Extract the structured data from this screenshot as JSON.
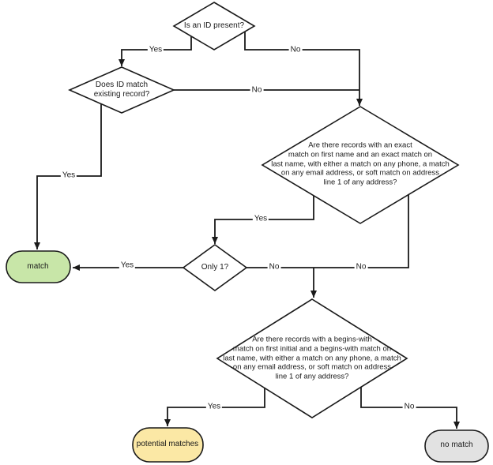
{
  "diagram": {
    "stroke": "#1a1a1a",
    "decision_fill": "#ffffff",
    "nodes": {
      "is_id_present": {
        "label": "Is an ID present?",
        "type": "decision",
        "fill": "#ffffff"
      },
      "does_id_match": {
        "label": "Does ID match\nexisting record?",
        "type": "decision",
        "fill": "#ffffff"
      },
      "exact_match": {
        "label": "Are there records with an exact\nmatch on first name and an exact match on\nlast name, with either a match on any phone, a match\non any email address, or soft match on address\nline 1 of any address?",
        "type": "decision",
        "fill": "#ffffff"
      },
      "only_one": {
        "label": "Only 1?",
        "type": "decision",
        "fill": "#ffffff"
      },
      "begins_with": {
        "label": "Are there records with a begins-with\nmatch on first initial and a begins-with match on\nlast name, with either a match on any phone, a match\non any email address, or soft match on address\nline 1 of any address?",
        "type": "decision",
        "fill": "#ffffff"
      },
      "match": {
        "label": "match",
        "type": "terminal",
        "fill": "#c8e6a8"
      },
      "potential_matches d": {
        "label": "",
        "type": "",
        "fill": ""
      },
      "potential_matches": {
        "label": "potential matches",
        "type": "terminal",
        "fill": "#fbe8a5"
      },
      "no_match": {
        "label": "no match",
        "type": "terminal",
        "fill": "#e2e2e2"
      }
    },
    "edge_labels": {
      "id_present_yes": "Yes",
      "id_present_no": "No",
      "id_match_no": "No",
      "id_match_yes": "Yes",
      "exact_yes": "Yes",
      "exact_no": "No",
      "only_one_yes": "Yes",
      "only_one_no": "No",
      "begins_yes": "Yes",
      "begins_no": "No"
    }
  }
}
